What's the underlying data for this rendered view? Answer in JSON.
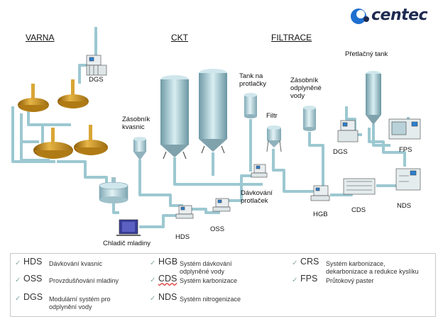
{
  "logo": {
    "text": "centec"
  },
  "sections": {
    "varna": "VARNA",
    "ckt": "CKT",
    "filtrace": "FILTRACE"
  },
  "labels": {
    "dgs_top": "DGS",
    "zasobnik_kvasnic": [
      "Zásobník",
      "kvasnic"
    ],
    "tank_na_protlacky": [
      "Tank na",
      "protlačky"
    ],
    "zasobnik_vody": [
      "Zásobník",
      "odplyněné",
      "vody"
    ],
    "pretlacny_tank": "Přetlačný tank",
    "filtr": "Filtr",
    "dgs_right": "DGS",
    "fps": "FPS",
    "davkovani_protlacek": [
      "Dávkování",
      "protlaček"
    ],
    "hgb": "HGB",
    "cds": "CDS",
    "nds": "NDS",
    "hds": "HDS",
    "oss": "OSS",
    "chladic": "Chladič mladiny"
  },
  "legend": [
    {
      "abbr": "HDS",
      "desc": [
        "Dávkování kvasnic"
      ]
    },
    {
      "abbr": "OSS",
      "desc": [
        "Provzdušňování mladiny"
      ]
    },
    {
      "abbr": "DGS",
      "desc": [
        "Modulární systém pro",
        "odplynění vody"
      ]
    },
    {
      "abbr": "HGB",
      "desc": [
        "Systém dávkování",
        "odplyněné vody"
      ]
    },
    {
      "abbr": "CDS",
      "desc": [
        "Systém karbonizace"
      ]
    },
    {
      "abbr": "NDS",
      "desc": [
        "Systém nitrogenizace"
      ]
    },
    {
      "abbr": "CRS",
      "desc": [
        "Systém karbonizace,",
        "dekarbonizace a redukce kyslíku"
      ]
    },
    {
      "abbr": "FPS",
      "desc": [
        "Průtokový paster"
      ]
    }
  ],
  "colors": {
    "pipe": "#bfe0e6",
    "pipe_edge": "#8fb9c2",
    "copper": "#c9921e",
    "tank": "#aecdd6",
    "cooler": "#3a3f9a"
  }
}
